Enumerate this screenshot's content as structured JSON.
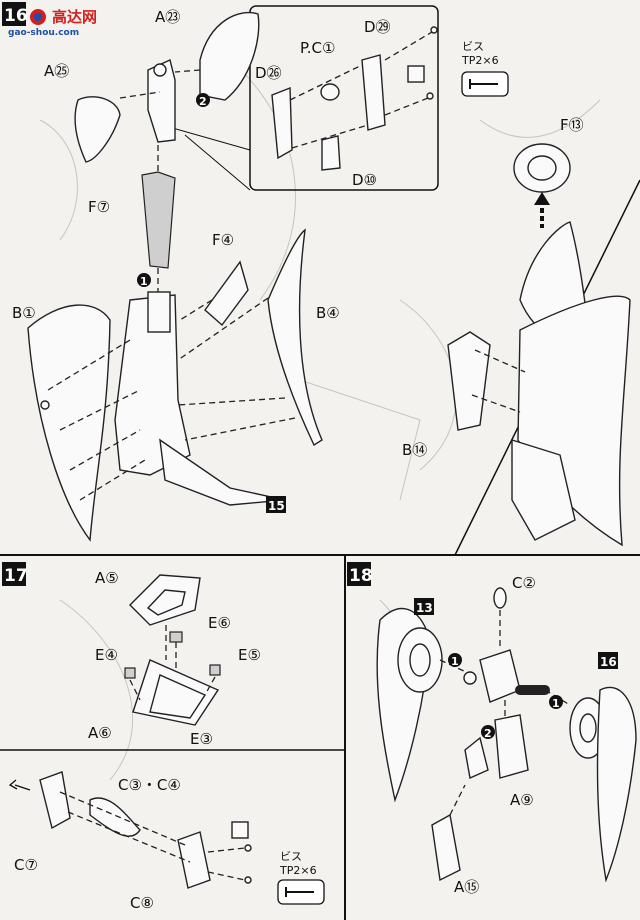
{
  "watermark": {
    "line1": "高达网",
    "line2": "gao-shou.com"
  },
  "steps": {
    "s16": "16",
    "s17": "17",
    "s18": "18"
  },
  "parts16": {
    "a23": "A㉓",
    "a25": "A㉕",
    "f7": "F⑦",
    "f4": "F④",
    "b1": "B①",
    "b4": "B④",
    "tag15": "15",
    "d29": "D㉙",
    "d26": "D㉖",
    "pc1": "P.C①",
    "d10": "D⑩",
    "f13": "F⑬",
    "b14": "B⑭"
  },
  "screw": {
    "label": "ビス",
    "spec": "TP2×6"
  },
  "parts17": {
    "a5": "A⑤",
    "e6": "E⑥",
    "e4": "E④",
    "e5": "E⑤",
    "a6": "A⑥",
    "e3": "E③",
    "c34": "C③・C④",
    "c7": "C⑦",
    "c8": "C⑧"
  },
  "parts18": {
    "tag13": "13",
    "c2": "C②",
    "tag16": "16",
    "a9": "A⑨",
    "a15": "A⑮"
  },
  "order": {
    "n1": "1",
    "n2": "2"
  },
  "colors": {
    "ink": "#111111",
    "paper": "#f4f2ef",
    "logo_blue": "#1e4fa8",
    "logo_red": "#d22020"
  }
}
